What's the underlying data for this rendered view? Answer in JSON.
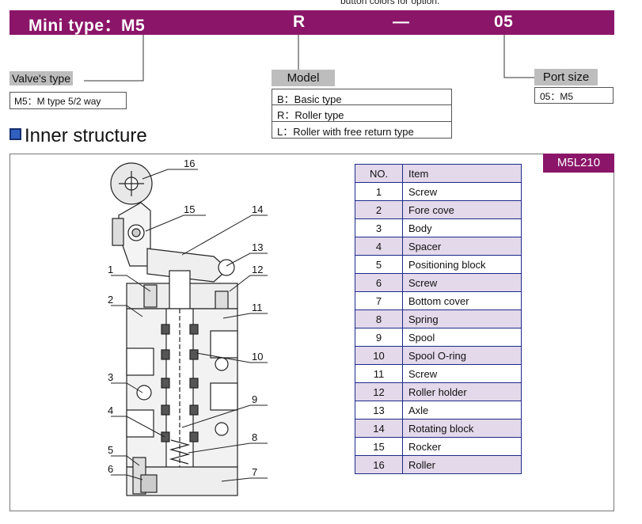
{
  "top_note": "button colors for option.",
  "header": {
    "prefix": "Mini type：M5",
    "code_r": "R",
    "dash": "—",
    "code_05": "05",
    "bar_color": "#8b1568"
  },
  "valve_type": {
    "label": "Valve's type",
    "value": "M5：M type 5/2 way"
  },
  "model": {
    "label": "Model",
    "options": [
      "B：Basic type",
      "R：Roller type",
      "L：Roller with free return type"
    ]
  },
  "port_size": {
    "label": "Port size",
    "value": "05：M5"
  },
  "section": {
    "title": "Inner structure",
    "tag": "M5L210"
  },
  "parts_table": {
    "headers": [
      "NO.",
      "Item"
    ],
    "rows": [
      {
        "no": "1",
        "item": "Screw"
      },
      {
        "no": "2",
        "item": "Fore cove"
      },
      {
        "no": "3",
        "item": "Body"
      },
      {
        "no": "4",
        "item": "Spacer"
      },
      {
        "no": "5",
        "item": "Positioning block"
      },
      {
        "no": "6",
        "item": "Screw"
      },
      {
        "no": "7",
        "item": "Bottom cover"
      },
      {
        "no": "8",
        "item": "Spring"
      },
      {
        "no": "9",
        "item": "Spool"
      },
      {
        "no": "10",
        "item": "Spool O-ring"
      },
      {
        "no": "11",
        "item": "Screw"
      },
      {
        "no": "12",
        "item": "Roller holder"
      },
      {
        "no": "13",
        "item": "Axle"
      },
      {
        "no": "14",
        "item": "Rotating block"
      },
      {
        "no": "15",
        "item": "Rocker"
      },
      {
        "no": "16",
        "item": "Roller"
      }
    ]
  },
  "callouts": [
    "16",
    "15",
    "14",
    "13",
    "12",
    "1",
    "2",
    "11",
    "10",
    "3",
    "9",
    "4",
    "8",
    "5",
    "6",
    "7"
  ]
}
